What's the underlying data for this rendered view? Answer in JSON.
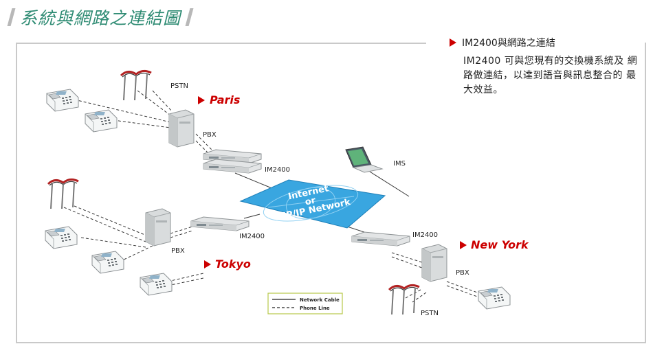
{
  "title": "系統與網路之連結圖",
  "side": {
    "heading": "IM2400與網路之連結",
    "lines": [
      "IM2400 可與您現有的交換機系統及  網",
      "路做連結，以達到語音與訊息整合的 最",
      "大效益。"
    ]
  },
  "labels": {
    "pstn_paris": "PSTN",
    "paris": "Paris",
    "pbx_paris": "PBX",
    "im2400_paris": "IM2400",
    "ims": "IMS",
    "net_line1": "Internet",
    "net_line2": "or",
    "net_line3": "TCP/IP Network",
    "im2400_tokyo": "IM2400",
    "pbx_tokyo": "PBX",
    "tokyo": "Tokyo",
    "im2400_ny": "IM2400",
    "newyork": "New York",
    "pbx_ny": "PBX",
    "pstn_ny": "PSTN",
    "legend_network": "Network Cable",
    "legend_phone": "Phone Line"
  },
  "colors": {
    "title": "#2e8b73",
    "accent": "#cc0000",
    "network": "#39a6e0",
    "legend_border": "#b7c94a"
  }
}
